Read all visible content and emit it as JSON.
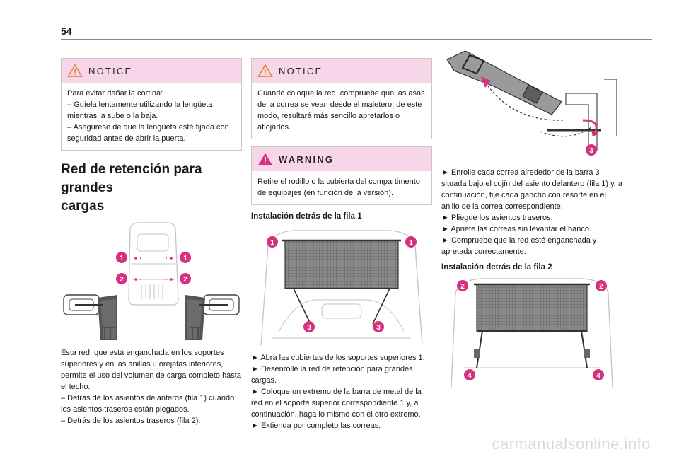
{
  "page_number": "54",
  "notice1": {
    "title": "NOTICE",
    "lines": [
      "Para evitar dañar la cortina:",
      "– Guíela lentamente utilizando la lengüeta mientras la sube o la baja.",
      "– Asegúrese de que la lengüeta esté fijada con seguridad antes de abrir la puerta."
    ]
  },
  "section": {
    "title_line1": "Red de retención para grandes",
    "title_line2": "cargas"
  },
  "intro": {
    "lines": [
      "Esta red, que está enganchada en los soportes superiores y en las anillas u orejetas inferiores, permite el uso del volumen de carga completo hasta el techo:",
      "– Detrás de los asientos delanteros (fila 1) cuando los asientos traseros están plegados.",
      "– Detrás de los asientos traseros (fila 2)."
    ]
  },
  "notice2": {
    "title": "NOTICE",
    "lines": [
      "Cuando coloque la red, compruebe que las asas de la correa se vean desde el maletero; de este modo, resultará más sencillo apretarlos o aflojarlos."
    ]
  },
  "warning": {
    "title": "WARNING",
    "lines": [
      "Retire el rodillo o la cubierta del compartimento de equipajes (en función de la versión)."
    ]
  },
  "row1": {
    "heading": "Instalación detrás de la fila 1",
    "steps": [
      "► Abra las cubiertas de los soportes superiores 1.",
      "► Desenrolle la red de retención para grandes cargas.",
      "► Coloque un extremo de la barra de metal de la red en el soporte superior correspondiente 1 y, a continuación, haga lo mismo con el otro extremo.",
      "► Extienda por completo las correas."
    ]
  },
  "strap": {
    "steps": [
      "► Enrolle cada correa alrededor de la barra 3 situada bajo el cojín del asiento delantero (fila 1) y, a continuación, fije cada gancho con resorte en el anillo de la correa correspondiente.",
      "► Pliegue los asientos traseros.",
      "► Apriete las correas sin levantar el banco.",
      "► Compruebe que la red esté enganchada y apretada correctamente."
    ]
  },
  "row2": {
    "heading": "Instalación detrás de la fila 2"
  },
  "markers": {
    "one": "1",
    "two": "2",
    "three": "3",
    "four": "4"
  },
  "footer": "carmanualsonline.info",
  "colors": {
    "accent": "#d6307f",
    "notice_bg": "#f7d6e9",
    "net": "#7d7d7d"
  }
}
